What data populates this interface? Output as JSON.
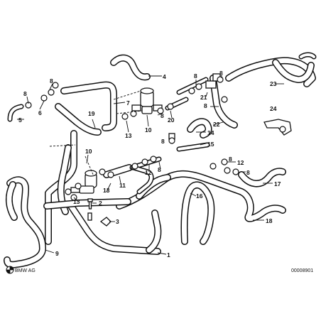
{
  "diagram": {
    "callouts": [
      "1",
      "2",
      "3",
      "4",
      "5",
      "6",
      "7",
      "8",
      "9",
      "10",
      "11",
      "12",
      "13",
      "14",
      "15",
      "16",
      "17",
      "18",
      "19",
      "20",
      "21",
      "22",
      "23",
      "24"
    ],
    "logo_text": "BMW AG",
    "drawing_number": "00008901"
  }
}
